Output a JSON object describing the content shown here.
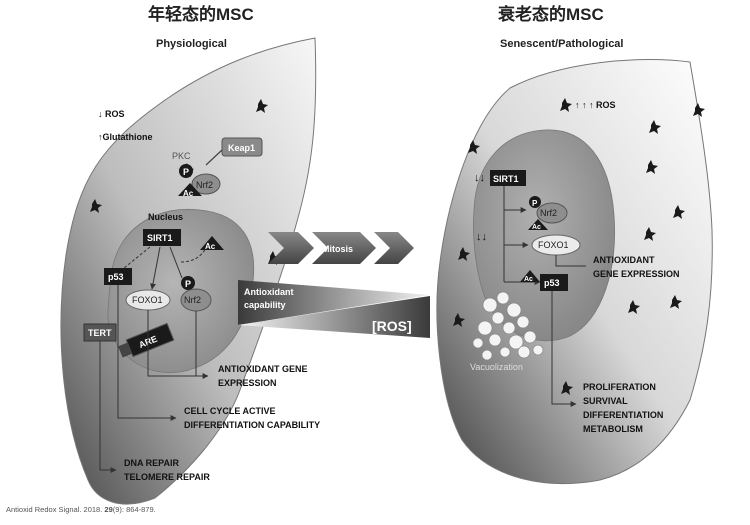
{
  "left_panel": {
    "title": "年轻态的MSC",
    "subtitle": "Physiological",
    "ros": "↓ ROS",
    "glutathione": "↑Glutathione",
    "pkc": "PKC",
    "keap1": "Keap1",
    "p_label": "P",
    "nrf2": "Nrf2",
    "ac": "Ac",
    "nucleus": "Nucleus",
    "sirt1": "SIRT1",
    "p53": "p53",
    "foxo1": "FOXO1",
    "are": "ARE",
    "tert": "TERT",
    "outcome_antioxidant": [
      "ANTIOXIDANT GENE",
      "EXPRESSION"
    ],
    "outcome_cell_cycle": [
      "CELL CYCLE ACTIVE",
      "DIFFERENTIATION CAPABILITY"
    ],
    "outcome_repair": [
      "DNA REPAIR",
      "TELOMERE REPAIR"
    ]
  },
  "middle": {
    "mitosis": "Mitosis",
    "antioxidant_capability": [
      "Antioxidant",
      "capability"
    ],
    "ros_box": "[ROS]"
  },
  "right_panel": {
    "title": "衰老态的MSC",
    "subtitle": "Senescent/Pathological",
    "ros": "↑ ↑ ↑  ROS",
    "sirt1_arrows": "↓↓",
    "sirt1": "SIRT1",
    "p_label": "P",
    "nrf2": "Nrf2",
    "ac": "Ac",
    "foxo_arrows": "↓↓",
    "foxo1": "FOXO1",
    "p53": "p53",
    "outcome_antioxidant": [
      "ANTIOXIDANT",
      "GENE EXPRESSION"
    ],
    "vacuolization": "Vacuolization",
    "outcomes": [
      "PROLIFERATION",
      "SURVIVAL",
      "DIFFERENTIATION",
      "METABOLISM"
    ]
  },
  "citation": {
    "prefix": "Antioxid Redox Signal. 2018.",
    "volume": "29",
    "suffix": "(9): 864-879."
  },
  "colors": {
    "cell_dark": "#5a5a5a",
    "cell_light": "#f2f2f2",
    "nucleus": "#9a9a9a",
    "box_dark": "#1a1a1a",
    "arrow": "#555555"
  }
}
